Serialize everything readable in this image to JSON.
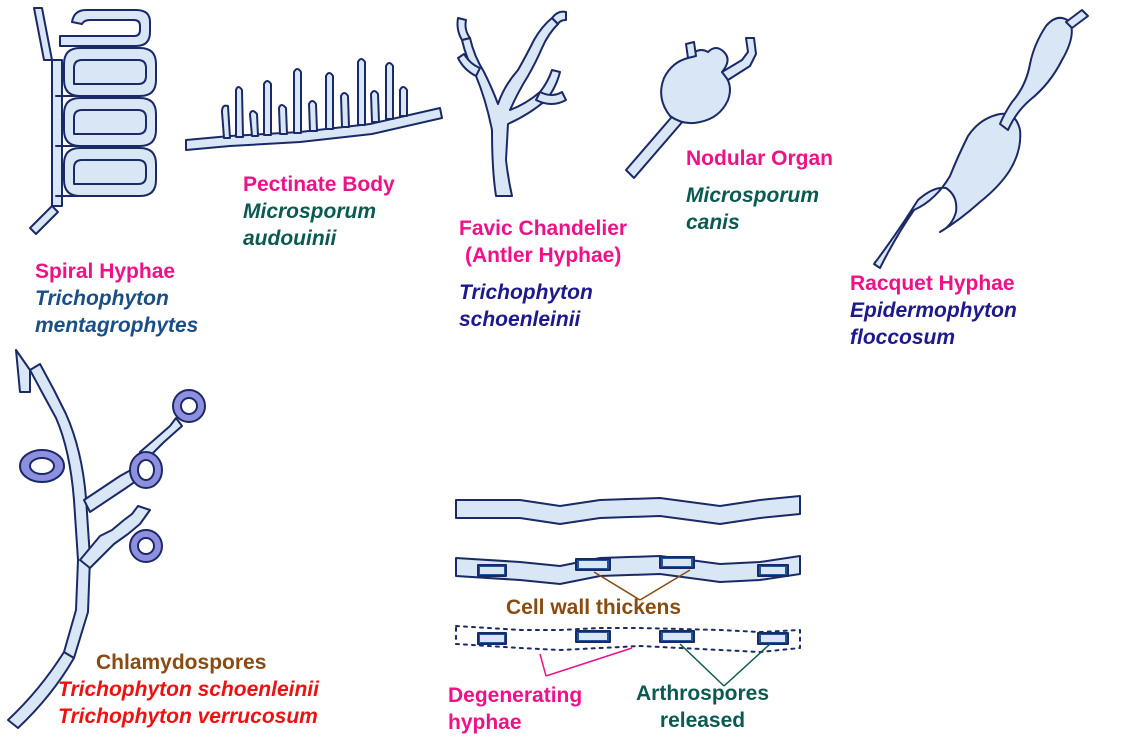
{
  "spiral": {
    "name": "Spiral Hyphae",
    "species_1": "Trichophyton",
    "species_2": "mentagrophytes"
  },
  "pectinate": {
    "name": "Pectinate Body",
    "species_1": "Microsporum",
    "species_2": "audouinii"
  },
  "favic": {
    "name_1": "Favic Chandelier",
    "name_2": "(Antler Hyphae)",
    "species_1": "Trichophyton",
    "species_2": "schoenleinii"
  },
  "nodular": {
    "name": "Nodular Organ",
    "species_1": "Microsporum",
    "species_2": "canis"
  },
  "racquet": {
    "name": "Racquet Hyphae",
    "species_1": "Epidermophyton",
    "species_2": "floccosum"
  },
  "chlamydo": {
    "name": "Chlamydospores",
    "species_1": "Trichophyton schoenleinii",
    "species_2": "Trichophyton verrucosum"
  },
  "arthro": {
    "cell_wall": "Cell wall thickens",
    "degenerating_1": "Degenerating",
    "degenerating_2": "hyphae",
    "released_1": "Arthrospores",
    "released_2": "released"
  },
  "colors": {
    "label": "#ee1188",
    "species_teal": "#0b5a52",
    "species_steel": "#1a4f86",
    "species_navy": "#1d1a8c",
    "label_brown": "#8a4a10",
    "species_red": "#ee1111",
    "hypha_fill": "#d9e6f5",
    "outline": "#1a2a66",
    "spore": "#8f8fe0",
    "arthrospore": "#1f5599"
  }
}
